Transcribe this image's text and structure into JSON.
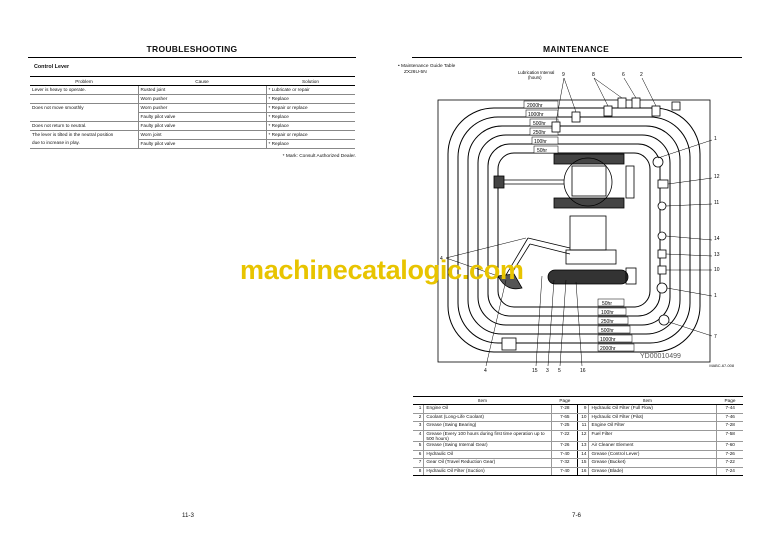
{
  "left_page": {
    "title": "TROUBLESHOOTING",
    "section": "Control Lever",
    "columns": [
      "Problem",
      "Cause",
      "Solution"
    ],
    "rows": [
      {
        "problem": "Lever is heavy to operate.",
        "cause": "Rusted joint",
        "solution": "* Lubricate or repair"
      },
      {
        "problem": "",
        "cause": "Worn pusher",
        "solution": "* Replace"
      },
      {
        "problem": "Does not move smoothly",
        "cause": "Worn pusher",
        "solution": "* Repair or replace"
      },
      {
        "problem": "",
        "cause": "Faulty pilot valve",
        "solution": "* Replace"
      },
      {
        "problem": "Does not return to neutral.",
        "cause": "Faulty pilot valve",
        "solution": "* Replace"
      },
      {
        "problem": "The lever is tilted in the neutral position",
        "cause": "Worn joint",
        "solution": "* Repair or replace"
      },
      {
        "problem": "due to increase in play.",
        "cause": "Faulty pilot valve",
        "solution": "* Replace"
      }
    ],
    "note": "* Mark: Consult Authorized Dealer.",
    "page_number": "11-3"
  },
  "right_page": {
    "title": "MAINTENANCE",
    "guide_title": "Maintenance Guide Table",
    "model": "ZX26U-5N",
    "lubrication_label_1": "Lubrication Interval",
    "lubrication_label_2": "(hours)",
    "intervals_top": [
      "2000hr",
      "1000hr",
      "500hr",
      "250hr",
      "100hr",
      "50hr"
    ],
    "intervals_bottom": [
      "50hr",
      "100hr",
      "250hr",
      "500hr",
      "1000hr",
      "2000hr"
    ],
    "callouts_top": [
      "9",
      "8",
      "6",
      "2"
    ],
    "callouts_right": [
      "1",
      "12",
      "11",
      "14",
      "13",
      "10",
      "1",
      "7"
    ],
    "callouts_left": [
      "4"
    ],
    "callouts_bottom": [
      "4",
      "15",
      "3",
      "5",
      "16"
    ],
    "drawing_id": "YD00010499",
    "figure_code": "MABC-67-008",
    "items_columns": [
      "Item",
      "Page",
      "Item",
      "Page"
    ],
    "items": [
      {
        "n1": "1",
        "item1": "Engine Oil",
        "p1": "7-28",
        "n2": "9",
        "item2": "Hydraulic Oil Filter (Full Flow)",
        "p2": "7-44"
      },
      {
        "n1": "2",
        "item1": "Coolant (Long-Life Coolant)",
        "p1": "7-65",
        "n2": "10",
        "item2": "Hydraulic Oil Filter (Pilot)",
        "p2": "7-46"
      },
      {
        "n1": "3",
        "item1": "Grease (Swing Bearing)",
        "p1": "7-25",
        "n2": "11",
        "item2": "Engine Oil Filter",
        "p2": "7-28"
      },
      {
        "n1": "4",
        "item1": "Grease (Every 100 hours during first time operation up to 500 hours)",
        "p1": "7-22",
        "n2": "12",
        "item2": "Fuel Filter",
        "p2": "7-58"
      },
      {
        "n1": "5",
        "item1": "Grease (Swing Internal Gear)",
        "p1": "7-26",
        "n2": "13",
        "item2": "Air Cleaner Element",
        "p2": "7-60"
      },
      {
        "n1": "6",
        "item1": "Hydraulic Oil",
        "p1": "7-40",
        "n2": "14",
        "item2": "Grease (Control Lever)",
        "p2": "7-26"
      },
      {
        "n1": "7",
        "item1": "Gear Oil (Travel Reduction Gear)",
        "p1": "7-32",
        "n2": "15",
        "item2": "Grease (Bucket)",
        "p2": "7-22"
      },
      {
        "n1": "8",
        "item1": "Hydraulic Oil Filter (Suction)",
        "p1": "7-40",
        "n2": "16",
        "item2": "Grease (Blade)",
        "p2": "7-24"
      }
    ],
    "page_number": "7-6"
  },
  "watermark": "machinecatalogic.com",
  "colors": {
    "watermark": "#e8c400",
    "ink": "#111111"
  }
}
